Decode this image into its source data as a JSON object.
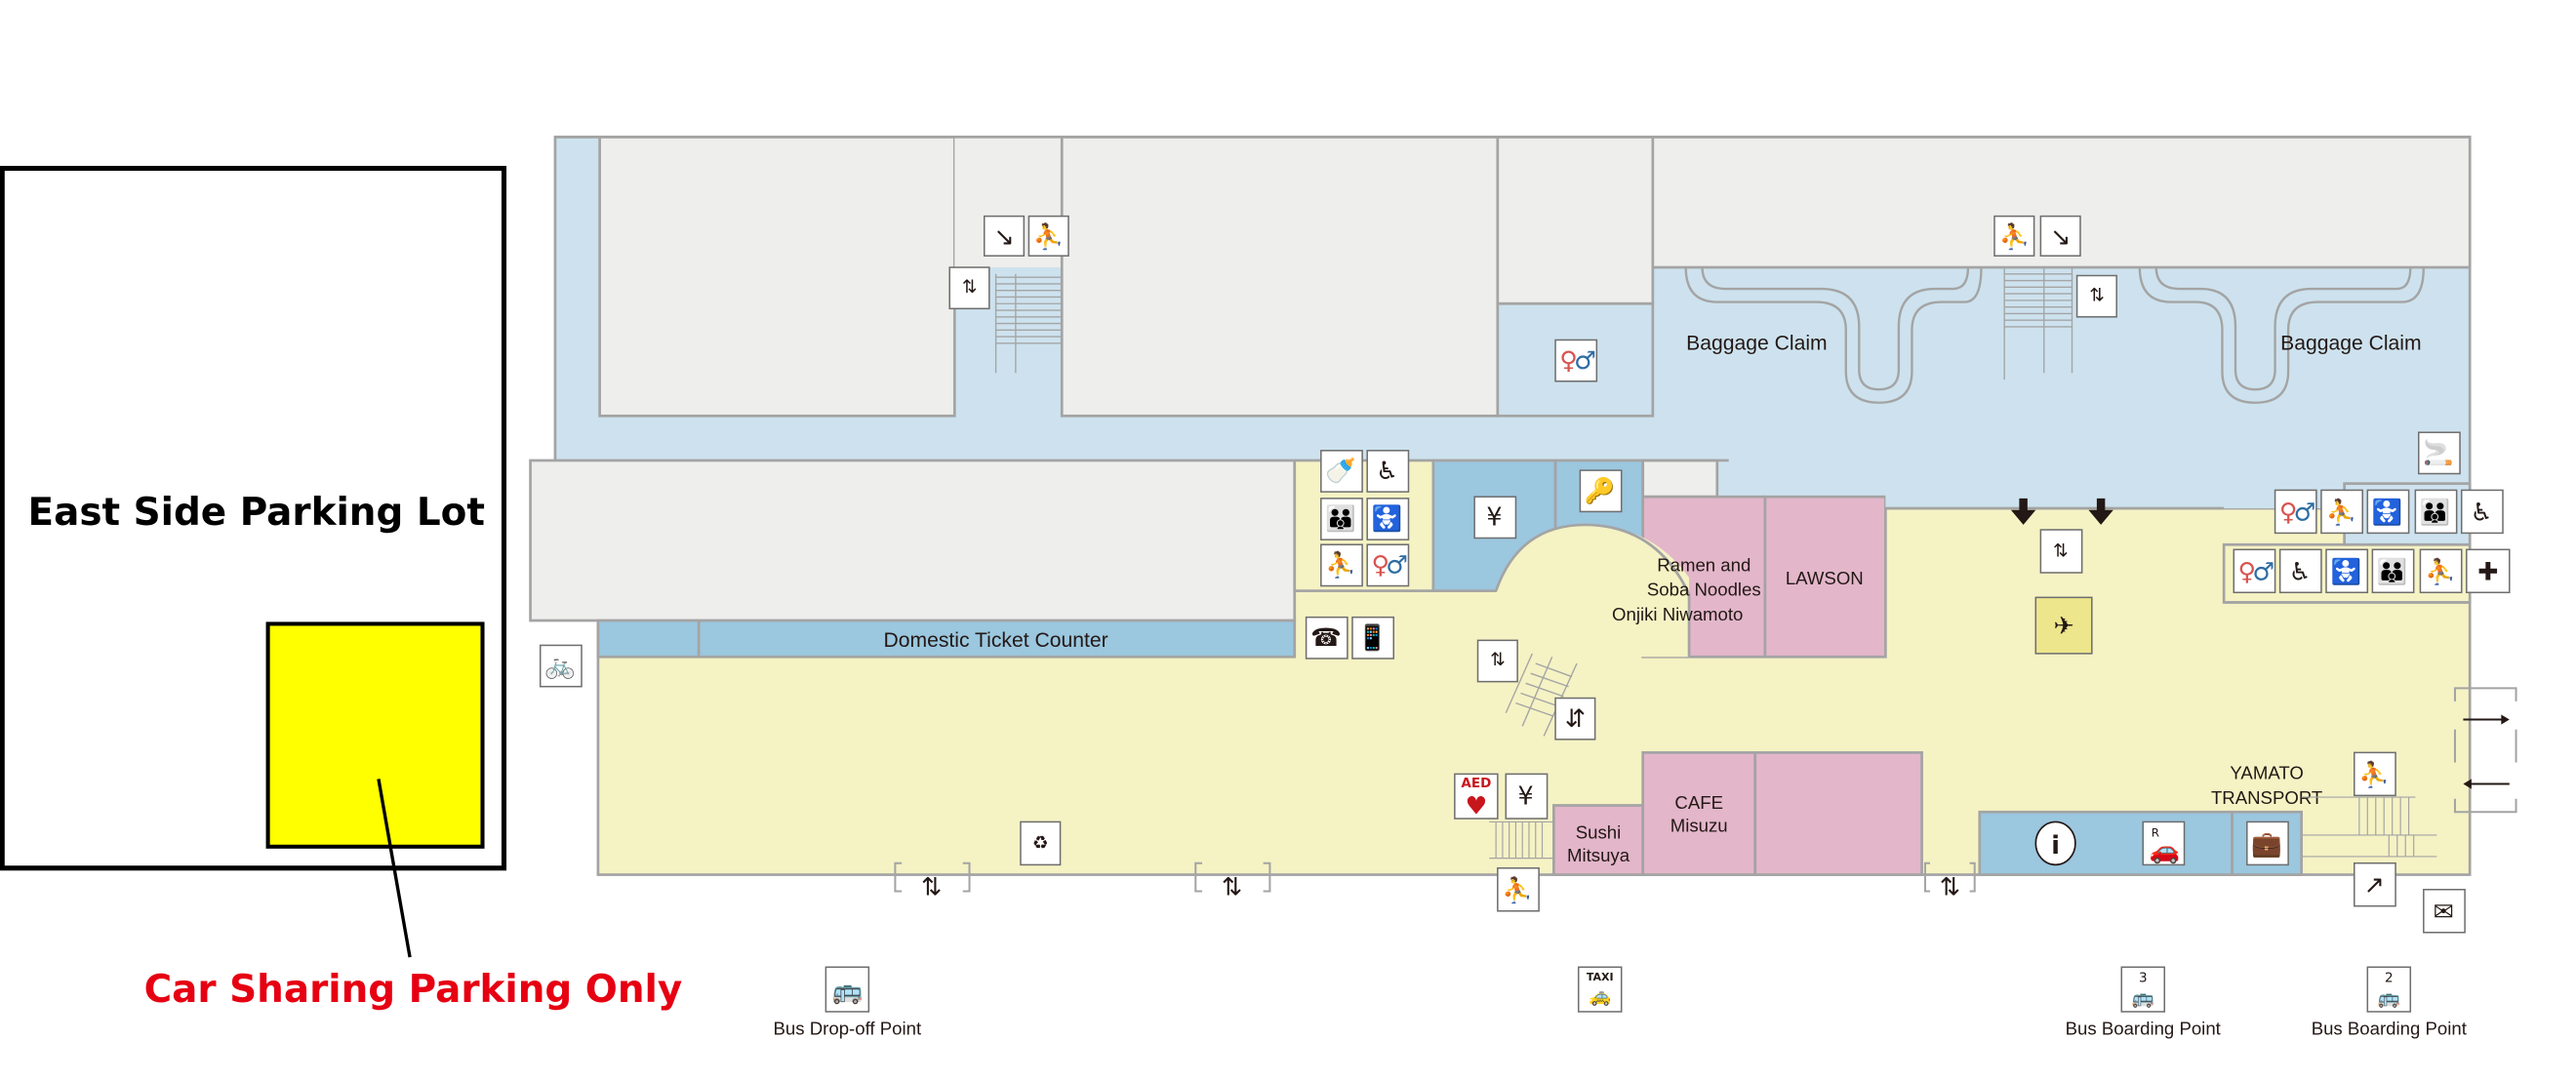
{
  "map": {
    "parking": {
      "lot_label": "East Side Parking Lot",
      "car_sharing_label": "Car Sharing Parking Only",
      "car_sharing_color": "#ffff00",
      "car_sharing_label_color": "#e60012"
    },
    "areas": {
      "domestic_ticket_counter": "Domestic Ticket Counter",
      "baggage_claim_left": "Baggage Claim",
      "baggage_claim_right": "Baggage Claim",
      "ramen_line1": "Ramen and",
      "ramen_line2": "Soba Noodles",
      "ramen_line3": "Onjiki Niwamoto",
      "lawson": "LAWSON",
      "cafe_line1": "CAFE",
      "cafe_line2": "Misuzu",
      "sushi_line1": "Sushi",
      "sushi_line2": "Mitsuya",
      "yamato_line1": "YAMATO",
      "yamato_line2": "TRANSPORT"
    },
    "outside": {
      "bus_dropoff": "Bus Drop-off Point",
      "bus_boarding_3": "Bus Boarding Point",
      "bus_boarding_2": "Bus Boarding Point",
      "bus_stop_3_number": "3",
      "bus_stop_2_number": "2",
      "taxi_text": "TAXI"
    },
    "icon_text": {
      "aed": "AED",
      "yen": "¥",
      "info": "i",
      "rental": "R"
    },
    "colors": {
      "corridor_blue": "#cde2ee",
      "counter_blue": "#9bc7df",
      "restricted_gray": "#eeeeec",
      "public_yellow": "#f5f2c4",
      "shop_pink": "#e3b6ca",
      "arrival_icon_bg": "#ede68c",
      "toilet_female": "#d9534f",
      "toilet_male": "#2e6da4"
    }
  }
}
